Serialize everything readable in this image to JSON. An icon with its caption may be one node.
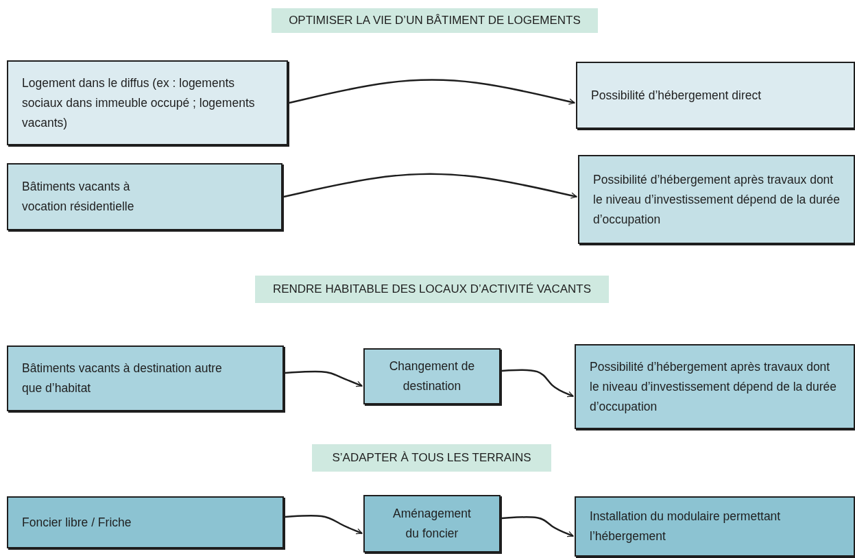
{
  "diagram": {
    "nodes": [
      {
        "text": [
          "OPTIMISER LA VIE D’UN BÂTIMENT DE LOGEMENTS"
        ]
      },
      {
        "text": [
          "Logement dans le diffus (ex : logements sociaux dans immeuble occupé ; logements vacants)"
        ]
      },
      {
        "text": [
          "Possibilité d’hébergement direct"
        ]
      },
      {
        "text": [
          "Bâtiments vacants à vocation résidentielle"
        ]
      },
      {
        "text": [
          "Possibilité d’hébergement après travaux dont le niveau d’investissement dépend de la durée d’occupation"
        ]
      },
      {
        "text": [
          "RENDRE HABITABLE DES LOCAUX D’ACTIVITÉ VACANTS"
        ]
      },
      {
        "text": [
          "Bâtiments vacants à destination autre que d’habitat"
        ]
      },
      {
        "text": [
          "Changement de destination"
        ]
      },
      {
        "text": [
          "Possibilité d’hébergement après travaux dont le niveau d’investissement dépend de la durée d’occupation"
        ]
      },
      {
        "text": [
          "S’ADAPTER À TOUS LES TERRAINS"
        ]
      },
      {
        "text": [
          "Foncier libre / Friche"
        ]
      },
      {
        "text": [
          "Aménagement du foncier"
        ]
      },
      {
        "text": [
          "Installation du modulaire permettant l’hébergement"
        ]
      }
    ],
    "edges": [
      {
        "from": 1,
        "to": 2,
        "arrow": "to"
      },
      {
        "from": 3,
        "to": 4,
        "arrow": "to"
      },
      {
        "from": 6,
        "to": 7,
        "arrow": "to"
      },
      {
        "from": 7,
        "to": 8,
        "arrow": "to"
      },
      {
        "from": 10,
        "to": 11,
        "arrow": "to"
      },
      {
        "from": 11,
        "to": 12,
        "arrow": "to"
      }
    ]
  }
}
